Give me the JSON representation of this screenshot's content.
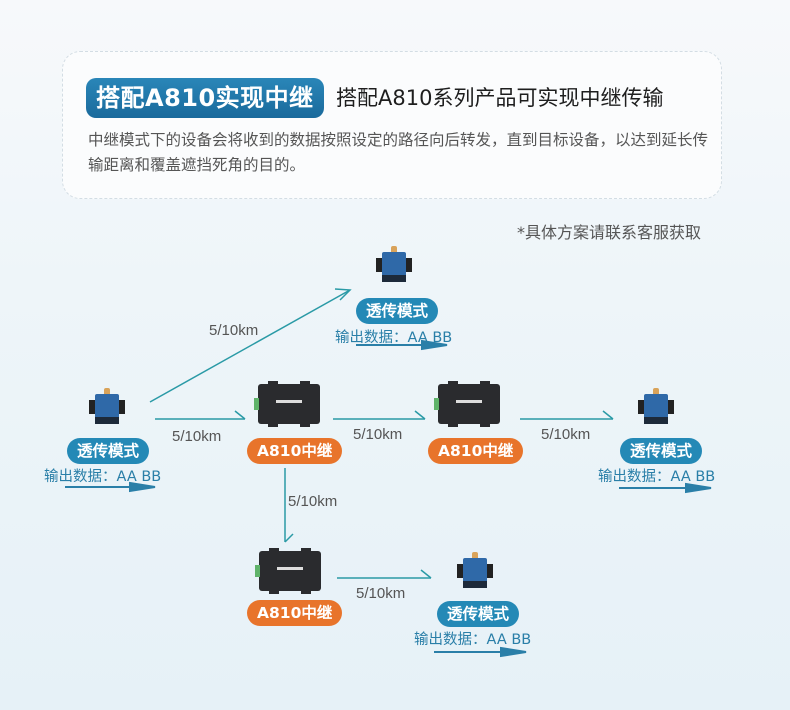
{
  "header": {
    "badge": "搭配A810实现中继",
    "subtitle": "搭配A810系列产品可实现中继传输",
    "description": "中继模式下的设备会将收到的数据按照设定的路径向后转发，直到目标设备，以达到延长传输距离和覆盖遮挡死角的目的。"
  },
  "note": "*具体方案请联系客服获取",
  "colors": {
    "badge_blue": "#1f78ad",
    "pill_blue": "#2489b6",
    "pill_orange": "#e8742b",
    "link_line": "#2a9aa6"
  },
  "nodes": [
    {
      "id": "source",
      "type": "terminal",
      "label": "透传模式",
      "output": "输出数据：AA BB"
    },
    {
      "id": "top",
      "type": "terminal",
      "label": "透传模式",
      "output": "输出数据：AA BB"
    },
    {
      "id": "relay1",
      "type": "repeater",
      "label": "A810中继"
    },
    {
      "id": "relay2",
      "type": "repeater",
      "label": "A810中继"
    },
    {
      "id": "right",
      "type": "terminal",
      "label": "透传模式",
      "output": "输出数据：AA BB"
    },
    {
      "id": "relay3",
      "type": "repeater",
      "label": "A810中继"
    },
    {
      "id": "bottom",
      "type": "terminal",
      "label": "透传模式",
      "output": "输出数据：AA BB"
    }
  ],
  "links": [
    {
      "from": "source",
      "to": "top",
      "distance": "5/10km"
    },
    {
      "from": "source",
      "to": "relay1",
      "distance": "5/10km"
    },
    {
      "from": "relay1",
      "to": "relay2",
      "distance": "5/10km"
    },
    {
      "from": "relay2",
      "to": "right",
      "distance": "5/10km"
    },
    {
      "from": "relay1",
      "to": "relay3",
      "distance": "5/10km"
    },
    {
      "from": "relay3",
      "to": "bottom",
      "distance": "5/10km"
    }
  ]
}
